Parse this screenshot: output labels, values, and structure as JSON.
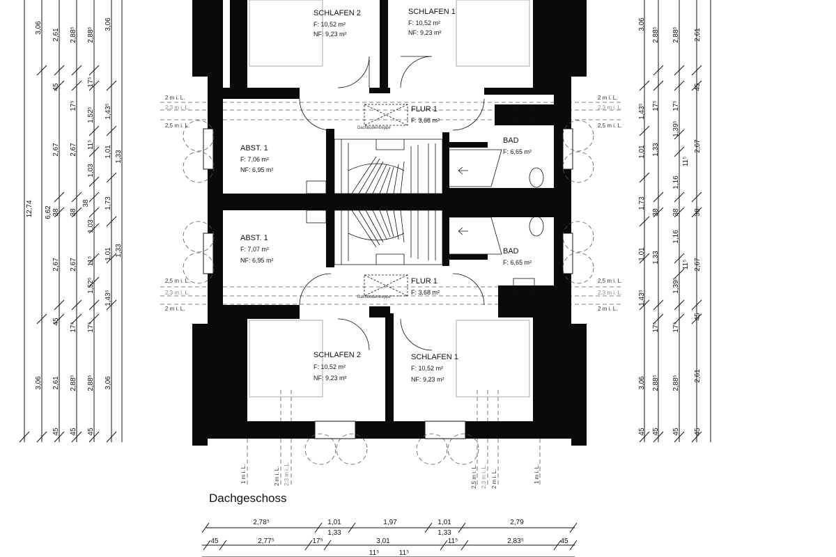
{
  "plan_title": "Dachgeschoss",
  "rooms": {
    "schlafen2_top": {
      "name": "SCHLAFEN 2",
      "f": "F: 10,52 m²",
      "nf": "NF: 9,23 m²"
    },
    "schlafen1_top": {
      "name": "SCHLAFEN 1",
      "f": "F: 10,52 m²",
      "nf": "NF: 9,23 m²"
    },
    "flur_top": {
      "name": "FLUR 1",
      "f": "F: 3,68 m²",
      "note": "Dachbodentreppe"
    },
    "bad_top": {
      "name": "BAD",
      "f": "F: 6,65 m²"
    },
    "abst_top": {
      "name": "ABST. 1",
      "f": "F: 7,06 m²",
      "nf": "NF: 6,95 m²"
    },
    "abst_bottom": {
      "name": "ABST. 1",
      "f": "F: 7,07 m²",
      "nf": "NF: 6,95 m²"
    },
    "bad_bottom": {
      "name": "BAD",
      "f": "F: 6,65 m²"
    },
    "flur_bottom": {
      "name": "FLUR 1",
      "f": "F: 3,68 m²",
      "note": "Dachbodentreppe"
    },
    "schlafen2_bottom": {
      "name": "SCHLAFEN 2",
      "f": "F: 10,52 m²",
      "nf": "NF: 9,23 m²"
    },
    "schlafen1_bottom": {
      "name": "SCHLAFEN 1",
      "f": "F: 10,52 m²",
      "nf": "NF: 9,23 m²"
    }
  },
  "height_lines": {
    "h2": "2 m i. L.",
    "h23": "2,3 m i. L.",
    "h25": "2,5 m i. L.",
    "h1": "1 m i. L."
  },
  "left_dims": {
    "col1": [
      "12,74"
    ],
    "col2": [
      "3,06",
      "6,62"
    ],
    "col3": [
      "2,61",
      "45",
      "2,67",
      "38",
      "2,67",
      "45",
      "2,61",
      "45"
    ],
    "col4": [
      "2,88⁵",
      "17⁵",
      "2,67",
      "38",
      "2,67",
      "17⁵",
      "2,88⁵",
      "45"
    ],
    "col5": [
      "2,88⁵",
      "17⁵",
      "1,52⁵",
      "11⁵",
      "1,03",
      "38",
      "1,03",
      "11⁵",
      "1,52⁵",
      "17⁵",
      "2,88⁵",
      "45"
    ],
    "col6": [
      "3,06",
      "1,43⁵",
      "1,01",
      "1,73",
      "1,01",
      "1,43⁵",
      "3,06"
    ],
    "col6b": [
      "1,33",
      "1,33"
    ]
  },
  "right_dims": {
    "col1": [
      "3,06",
      "1,43⁵",
      "1,01",
      "1,73",
      "1,01",
      "1,43⁵",
      "3,06",
      "45"
    ],
    "col2": [
      "2,88⁵",
      "17⁵",
      "1,33",
      "38",
      "1,33",
      "17⁵",
      "2,88⁵",
      "45"
    ],
    "col3": [
      "2,88⁵",
      "17⁵",
      "1,39⁵",
      "1,16",
      "38",
      "1,16",
      "1,39⁵",
      "17⁵",
      "2,88⁵",
      "45"
    ],
    "col3b": [
      "11⁵",
      "11⁵"
    ],
    "col4": [
      "2,61",
      "45",
      "2,67",
      "38",
      "2,67",
      "45",
      "2,61",
      "45"
    ]
  },
  "bottom_dims": {
    "row1": [
      "2,78⁵",
      "1,01",
      "1,97",
      "1,01",
      "2,79"
    ],
    "row1b": [
      "1,33",
      "1,33"
    ],
    "row2": [
      "45",
      "2,77⁵",
      "17⁵",
      "3,01",
      "11⁵",
      "2,83⁵",
      "45"
    ],
    "row3": [
      "11⁵",
      "11⁵"
    ]
  }
}
